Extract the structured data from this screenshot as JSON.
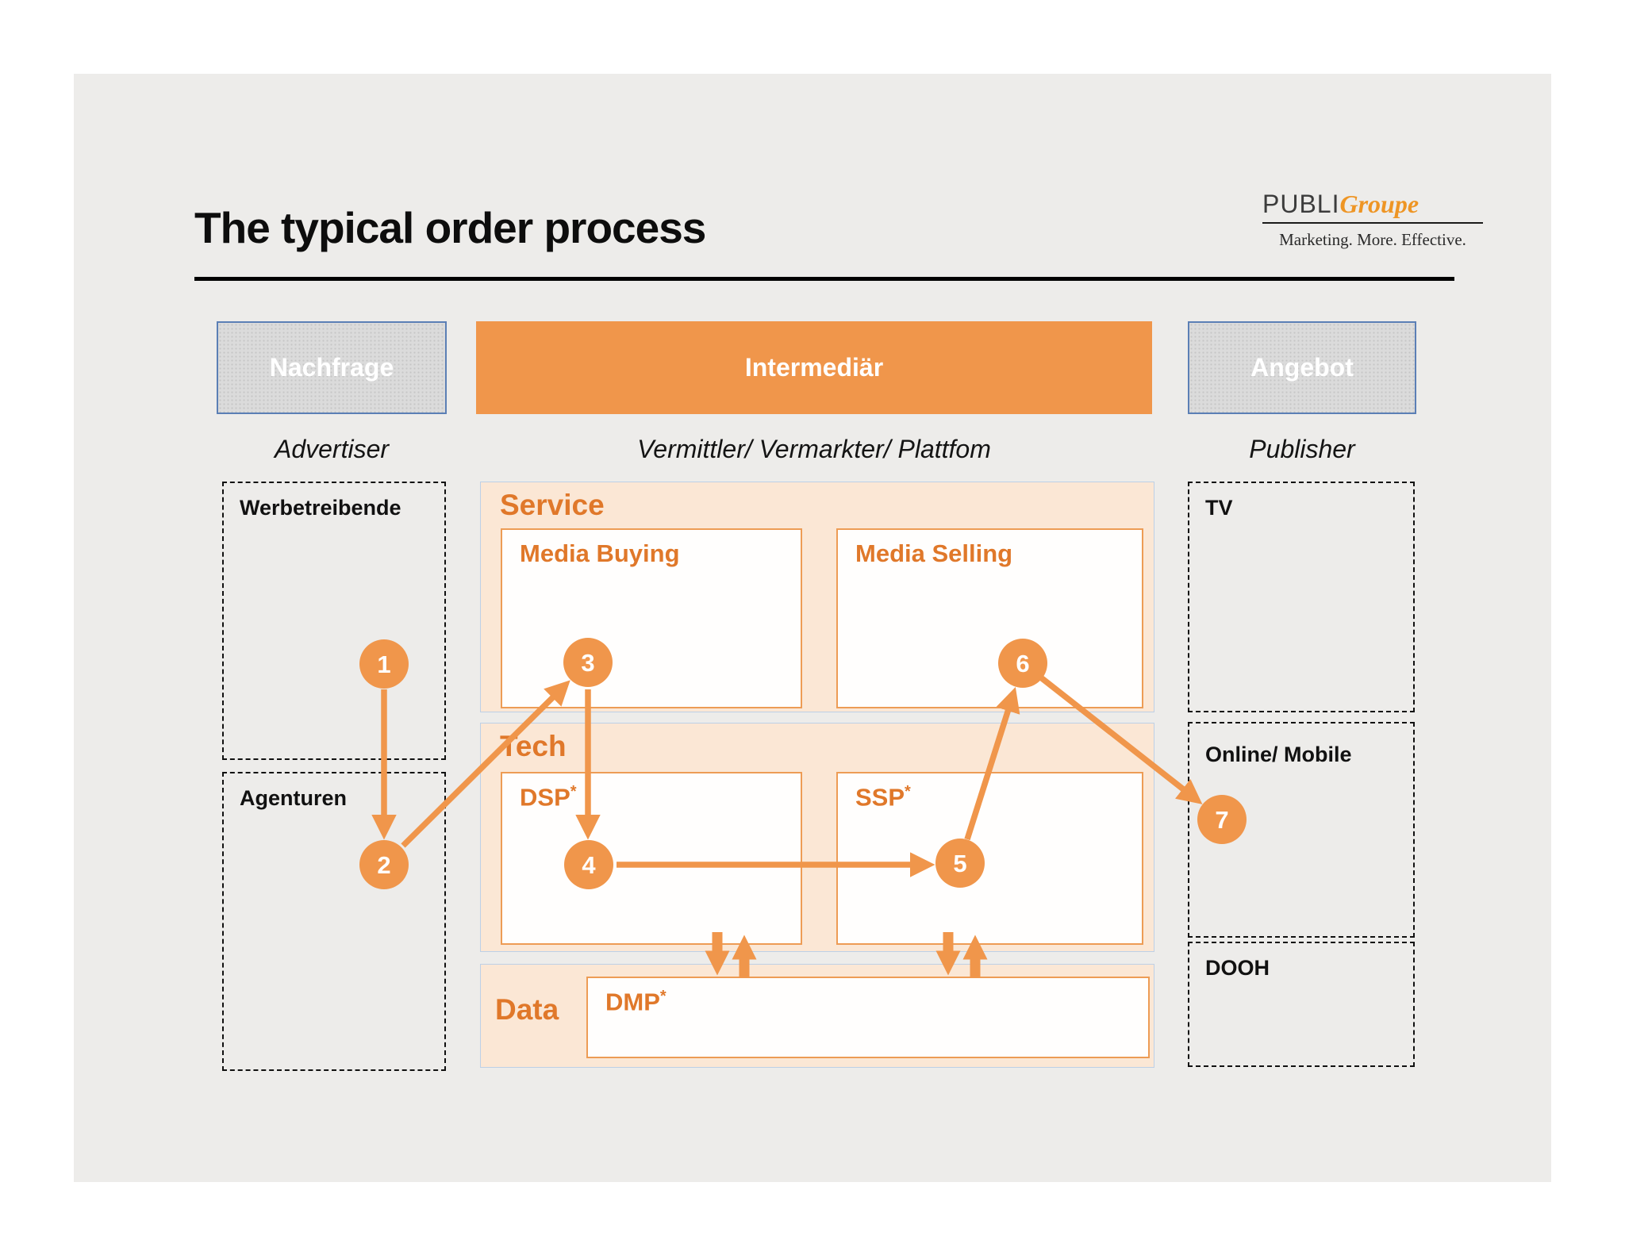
{
  "slide": {
    "title": "The typical order process",
    "logo": {
      "brand_primary": "PUBLI",
      "brand_secondary": "Groupe",
      "tagline": "Marketing. More. Effective."
    },
    "headers": {
      "demand": "Nachfrage",
      "intermediary": "Intermediär",
      "supply": "Angebot"
    },
    "role_labels": {
      "demand": "Advertiser",
      "intermediary": "Vermittler/ Vermarkter/ Plattfom",
      "supply": "Publisher"
    },
    "demand_column": {
      "box1": "Werbetreibende",
      "box2": "Agenturen"
    },
    "intermediary_column": {
      "service": {
        "label": "Service",
        "box1": "Media Buying",
        "box2": "Media Selling"
      },
      "tech": {
        "label": "Tech",
        "box1": "DSP",
        "box2": "SSP",
        "sup": "*"
      },
      "data": {
        "label": "Data",
        "box1": "DMP",
        "sup": "*"
      }
    },
    "supply_column": {
      "box1": "TV",
      "box2": "Online/ Mobile",
      "box3": "DOOH"
    },
    "flow_steps": {
      "s1": "1",
      "s2": "2",
      "s3": "3",
      "s4": "4",
      "s5": "5",
      "s6": "6",
      "s7": "7"
    },
    "colors": {
      "accent_orange": "#f0964b",
      "label_orange": "#e0782a",
      "section_fill": "#fbe7d5",
      "section_border": "#bdd0e6",
      "box_border": "#ed9c55",
      "slide_bg": "#edecea",
      "pattern_gray": "#dbdbdb",
      "pattern_border_blue": "#5b7fb5"
    }
  }
}
